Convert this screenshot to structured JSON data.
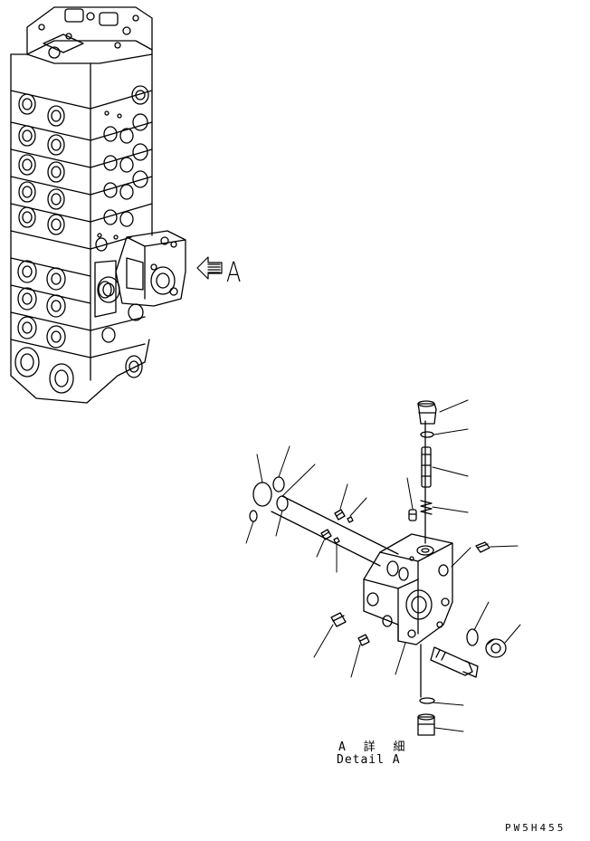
{
  "view_label": "A",
  "detail": {
    "title_jp": "A 詳 細",
    "title_en": "Detail A"
  },
  "drawing_code": "PW5H455",
  "colors": {
    "line": "#000000",
    "background": "#ffffff"
  }
}
